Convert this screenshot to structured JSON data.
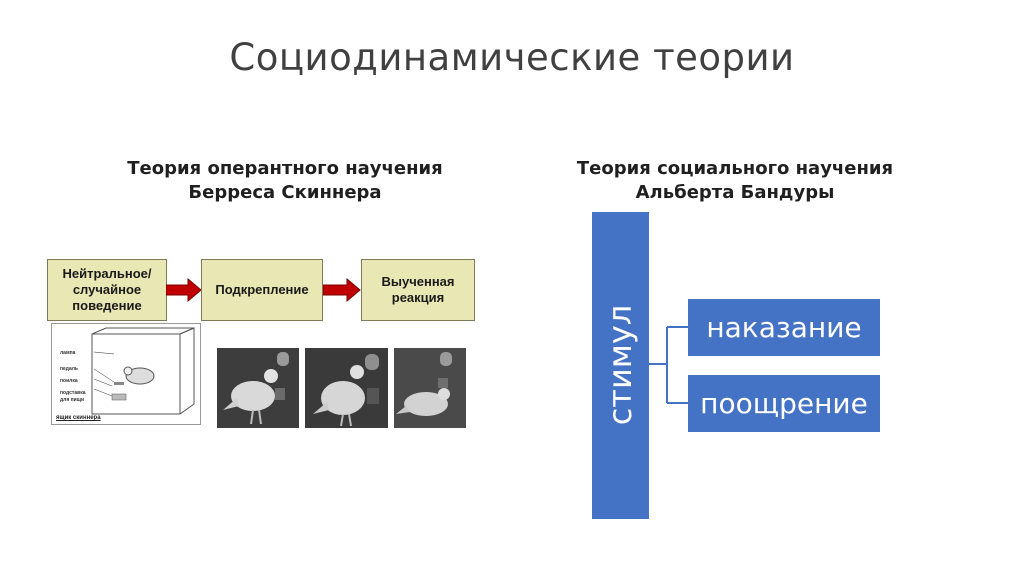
{
  "slide": {
    "title": "Социодинамические теории"
  },
  "left": {
    "heading_line1": "Теория оперантного научения",
    "heading_line2": "Берреса Скиннера",
    "flow": [
      {
        "line1": "Нейтральное/",
        "line2": "случайное",
        "line3": "поведение"
      },
      {
        "line1": "Подкрепление"
      },
      {
        "line1": "Выученная",
        "line2": "реакция"
      }
    ],
    "arrow_color": "#c00000",
    "box_color": "#e9e7b4",
    "skinner_box": {
      "labels": [
        "лампа",
        "педаль",
        "поилка",
        "подставка",
        "для пищи"
      ],
      "caption": "ящик скиннера"
    }
  },
  "right": {
    "heading_line1": "Теория социального научения",
    "heading_line2": "Альберта Бандуры",
    "stimulus": "стимул",
    "outcomes": [
      "наказание",
      "поощрение"
    ],
    "accent_color": "#4472c4"
  }
}
